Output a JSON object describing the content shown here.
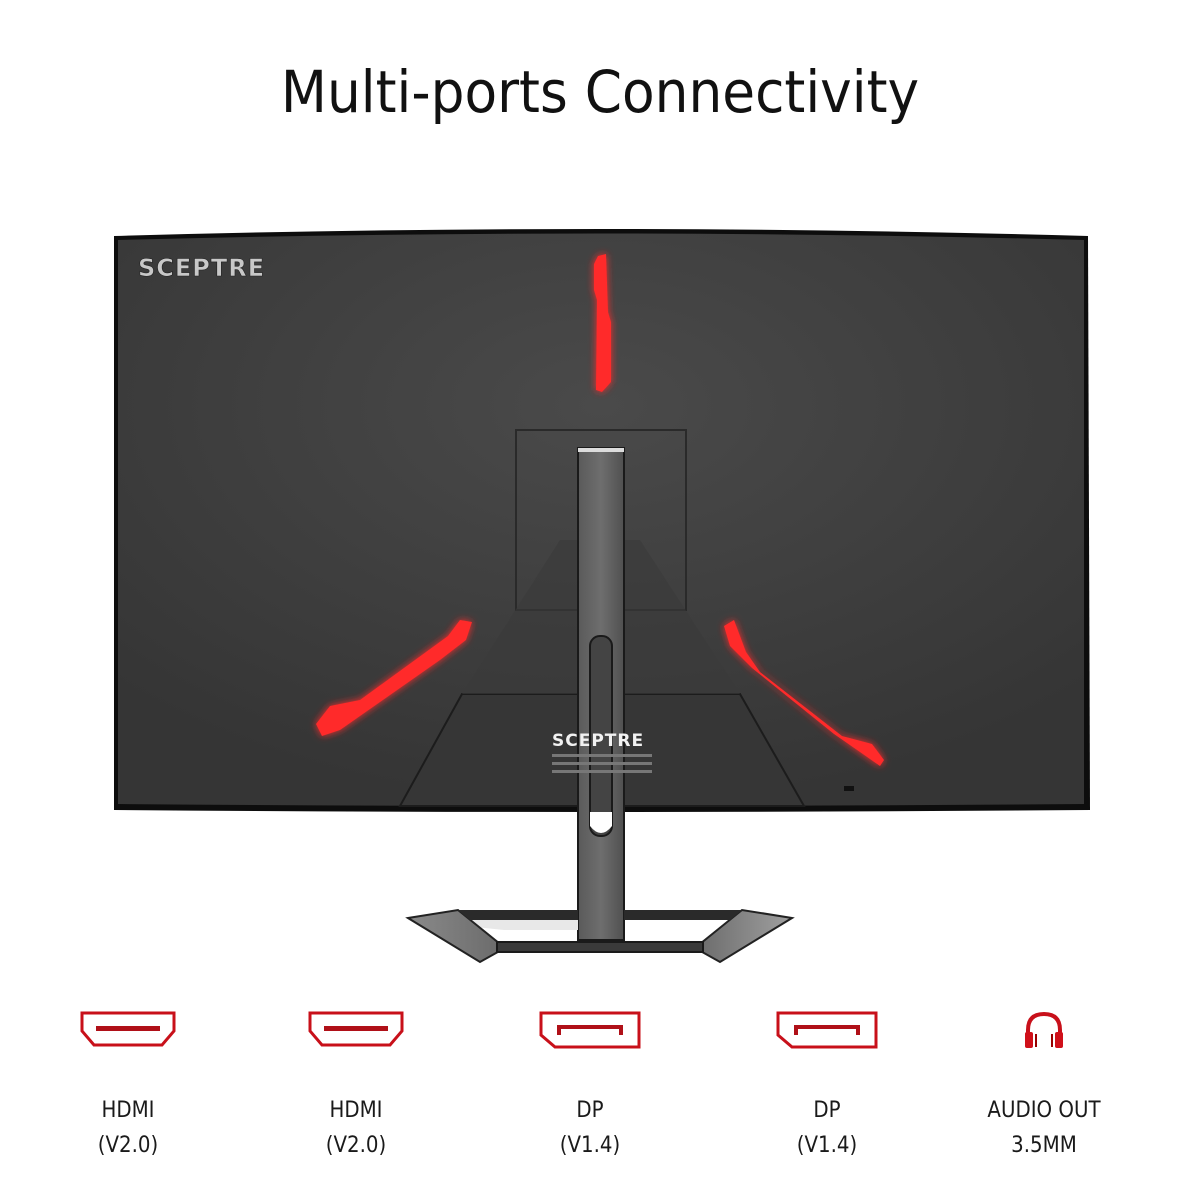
{
  "headline": "Multi-ports Connectivity",
  "product": {
    "brand_top": "SCEPTRE",
    "brand_stand": "SCEPTRE",
    "accent_color": "#ff2020",
    "body_color": "#3c3c3c"
  },
  "ports": [
    {
      "icon": "hdmi-port-icon",
      "label": "HDMI",
      "sub": "(V2.0)"
    },
    {
      "icon": "hdmi-port-icon",
      "label": "HDMI",
      "sub": "(V2.0)"
    },
    {
      "icon": "displayport-icon",
      "label": "DP",
      "sub": "(V1.4)"
    },
    {
      "icon": "displayport-icon",
      "label": "DP",
      "sub": "(V1.4)"
    },
    {
      "icon": "headphones-icon",
      "label": "AUDIO OUT",
      "sub": "3.5MM"
    }
  ],
  "icon_color": "#c8101a"
}
